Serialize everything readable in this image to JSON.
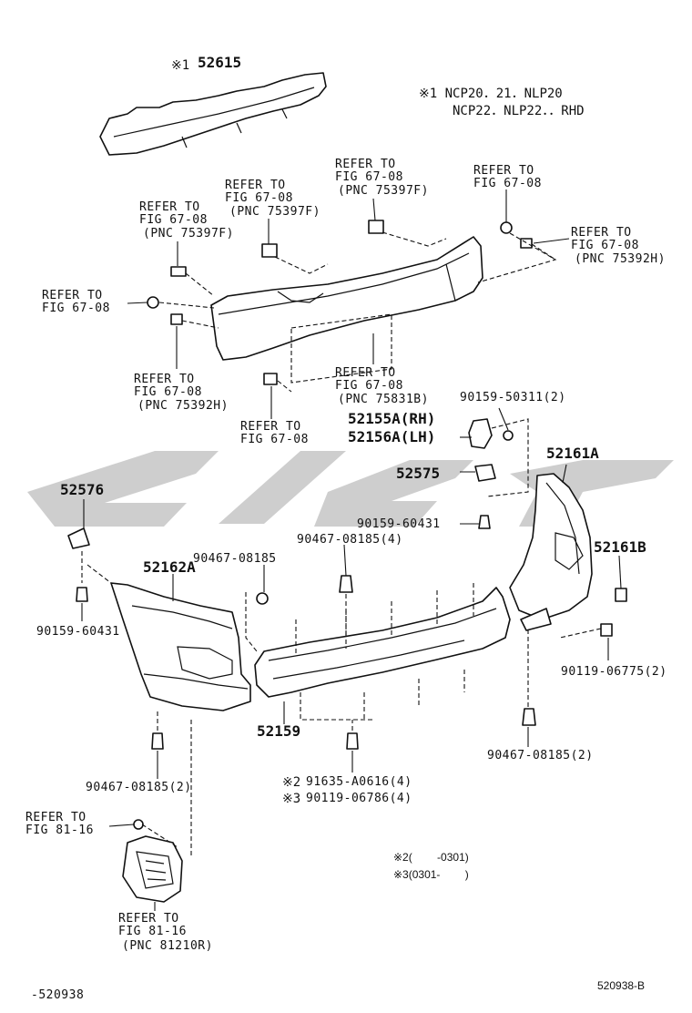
{
  "notes": {
    "star1_line1": "※1 NCP20．21．NLP20",
    "star1_line2": "NCP22．NLP22．．RHD",
    "star2_range": "※2(　　 -0301)",
    "star3_range": "※3(0301-　　 )"
  },
  "parts": {
    "p52615": "52615",
    "p52615_mark": "※1",
    "p52155A": "52155A(RH)",
    "p52156A": "52156A(LH)",
    "p52575": "52575",
    "p52161A": "52161A",
    "p52161B": "52161B",
    "p52576": "52576",
    "p52162A": "52162A",
    "p52159": "52159",
    "p90159_50311": "90159-50311(2)",
    "p90159_60431_r": "90159-60431",
    "p90159_60431_l": "90159-60431",
    "p90467_08185_4": "90467-08185(4)",
    "p90467_08185": "90467-08185",
    "p90467_08185_2_l": "90467-08185(2)",
    "p90467_08185_2_r": "90467-08185(2)",
    "p90119_06775": "90119-06775(2)",
    "p91635_mark": "※2",
    "p91635": "91635-A0616(4)",
    "p90119_06786_mark": "※3",
    "p90119_06786": "90119-06786(4)"
  },
  "refs": {
    "refer_to": "REFER TO",
    "fig_67_08": "FIG 67-08",
    "fig_81_16": "FIG 81-16",
    "pnc_75397F": "(PNC 75397F)",
    "pnc_75392H": "(PNC 75392H)",
    "pnc_75831B": "(PNC 75831B)",
    "pnc_81210R": "(PNC 81210R)"
  },
  "footer": {
    "left_code": "-520938",
    "right_code": "520938-B"
  },
  "colors": {
    "line": "#111111",
    "watermark": "#bdbdbd",
    "background": "#ffffff"
  }
}
